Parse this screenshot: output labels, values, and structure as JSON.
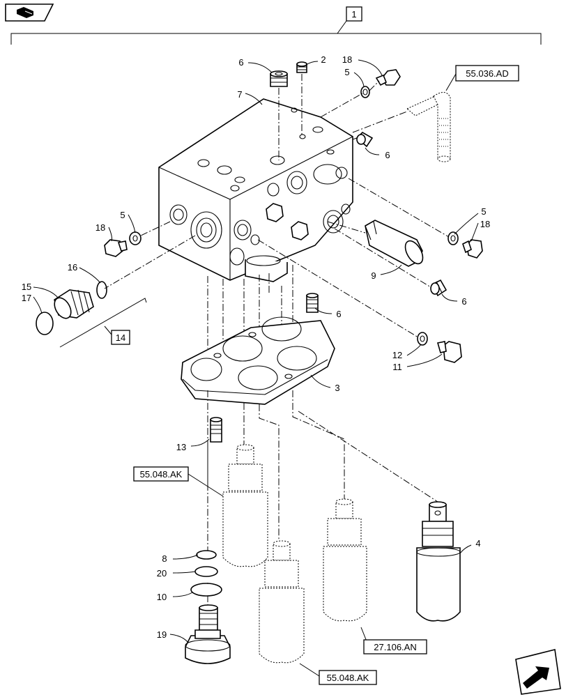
{
  "assembly_ref": "1",
  "subassembly_ref": "14",
  "callouts": {
    "c2": "2",
    "c3": "3",
    "c4": "4",
    "c5a": "5",
    "c5b": "5",
    "c5c": "5",
    "c6a": "6",
    "c6b": "6",
    "c6c": "6",
    "c6d": "6",
    "c7": "7",
    "c8": "8",
    "c9": "9",
    "c10": "10",
    "c11": "11",
    "c12": "12",
    "c13": "13",
    "c15": "15",
    "c16": "16",
    "c17": "17",
    "c18a": "18",
    "c18b": "18",
    "c18c": "18",
    "c19": "19",
    "c20": "20"
  },
  "references": {
    "r1": "55.036.AD",
    "r2": "55.048.AK",
    "r3": "27.106.AN",
    "r4": "55.048.AK"
  },
  "icons": {
    "top_left": "book-page-icon",
    "bottom_right": "next-page-arrow-icon"
  }
}
